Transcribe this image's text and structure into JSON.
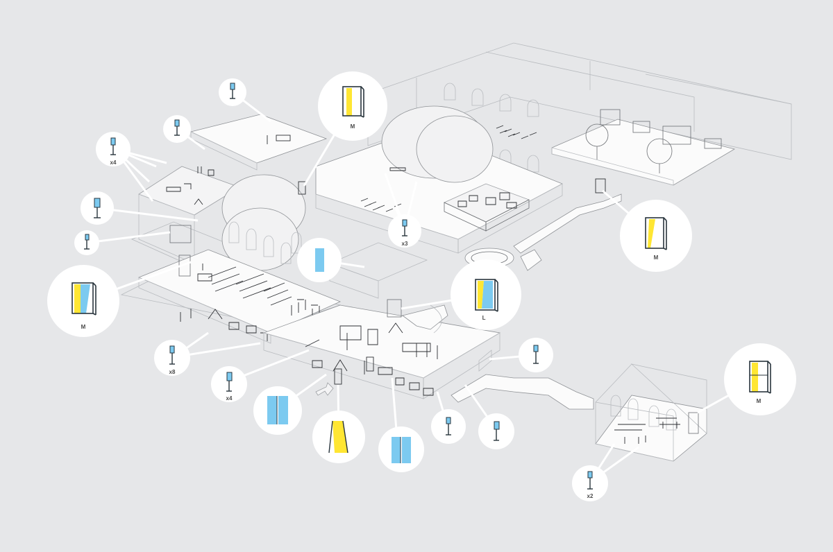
{
  "figure": {
    "background": "#e6e7e9",
    "colors": {
      "yellow_panel": "#ffe633",
      "blue_panel": "#7ccaf0",
      "frame": "#28343c",
      "bubble": "#ffffff"
    }
  },
  "callouts": [
    {
      "id": "stand-top-left",
      "icon": "display-stand-icon",
      "label": ""
    },
    {
      "id": "stand-left-1",
      "icon": "display-stand-icon",
      "label": ""
    },
    {
      "id": "stand-x4-left",
      "icon": "display-stand-icon",
      "label": "x4"
    },
    {
      "id": "cabinet-m-top",
      "icon": "cabinet-frame-icon",
      "label": "M"
    },
    {
      "id": "stand-left-2",
      "icon": "display-stand-icon",
      "label": ""
    },
    {
      "id": "stand-left-3",
      "icon": "display-stand-icon",
      "label": ""
    },
    {
      "id": "cabinet-m-left",
      "icon": "cabinet-frame-icon",
      "label": "M"
    },
    {
      "id": "panel-blue-center",
      "icon": "blue-panel-icon",
      "label": ""
    },
    {
      "id": "stand-x3-center",
      "icon": "display-stand-icon",
      "label": "x3"
    },
    {
      "id": "cabinet-m-right",
      "icon": "cabinet-frame-icon",
      "label": "M"
    },
    {
      "id": "cabinet-l",
      "icon": "cabinet-frame-icon",
      "label": "L"
    },
    {
      "id": "stand-x8",
      "icon": "display-stand-icon",
      "label": "x8"
    },
    {
      "id": "stand-x4-bottom",
      "icon": "display-stand-icon",
      "label": "x4"
    },
    {
      "id": "double-panel-1",
      "icon": "double-panel-icon",
      "label": ""
    },
    {
      "id": "a-frame-yellow",
      "icon": "a-frame-sign-icon",
      "label": ""
    },
    {
      "id": "double-panel-2",
      "icon": "double-panel-icon",
      "label": ""
    },
    {
      "id": "stand-bottom-1",
      "icon": "display-stand-icon",
      "label": ""
    },
    {
      "id": "stand-bottom-2",
      "icon": "display-stand-icon",
      "label": ""
    },
    {
      "id": "stand-right",
      "icon": "display-stand-icon",
      "label": ""
    },
    {
      "id": "cabinet-m-far-right",
      "icon": "cabinet-frame-icon",
      "label": "M"
    },
    {
      "id": "stand-x2",
      "icon": "display-stand-icon",
      "label": "x2"
    }
  ]
}
